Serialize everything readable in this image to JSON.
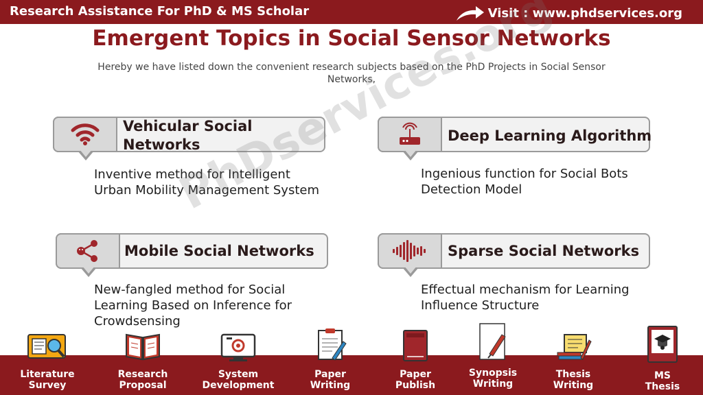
{
  "header": {
    "left_text": "Research Assistance For PhD & MS Scholar",
    "visit_text": "Visit : www.phdservices.org"
  },
  "title": "Emergent Topics in Social Sensor Networks",
  "subtitle": "Hereby we have listed down the convenient research subjects based on the PhD Projects in Social Sensor Networks,",
  "watermark": "PhDservices.org",
  "cards": [
    {
      "icon": "wifi-icon",
      "title_line1": "Vehicular Social",
      "title_line2": "Networks",
      "desc_line1": "Inventive method for Intelligent",
      "desc_line2": "Urban Mobility Management System",
      "desc_line3": ""
    },
    {
      "icon": "router-icon",
      "title_line1": "Deep Learning Algorithm",
      "title_line2": "",
      "desc_line1": "Ingenious function for  Social Bots",
      "desc_line2": "Detection Model",
      "desc_line3": ""
    },
    {
      "icon": "share-icon",
      "title_line1": "Mobile Social Networks",
      "title_line2": "",
      "desc_line1": "New-fangled method for Social",
      "desc_line2": "Learning Based on Inference for",
      "desc_line3": "Crowdsensing"
    },
    {
      "icon": "soundwave-icon",
      "title_line1": "Sparse Social Networks",
      "title_line2": "",
      "desc_line1": "Effectual mechanism for Learning",
      "desc_line2": "Influence Structure",
      "desc_line3": ""
    }
  ],
  "services": [
    {
      "icon": "literature-survey-icon",
      "line1": "Literature",
      "line2": "Survey"
    },
    {
      "icon": "research-proposal-icon",
      "line1": "Research",
      "line2": "Proposal"
    },
    {
      "icon": "system-development-icon",
      "line1": "System",
      "line2": "Development"
    },
    {
      "icon": "paper-writing-icon",
      "line1": "Paper",
      "line2": "Writing"
    },
    {
      "icon": "paper-publish-icon",
      "line1": "Paper",
      "line2": "Publish"
    },
    {
      "icon": "synopsis-writing-icon",
      "line1": "Synopsis",
      "line2": "Writing"
    },
    {
      "icon": "thesis-writing-icon",
      "line1": "Thesis",
      "line2": "Writing"
    },
    {
      "icon": "ms-thesis-icon",
      "line1": "MS",
      "line2": "Thesis"
    }
  ],
  "colors": {
    "brand": "#8b1a1e",
    "card_border": "#9a9a9a",
    "icon_box": "#d9d9d9",
    "icon": "#a0262b"
  }
}
